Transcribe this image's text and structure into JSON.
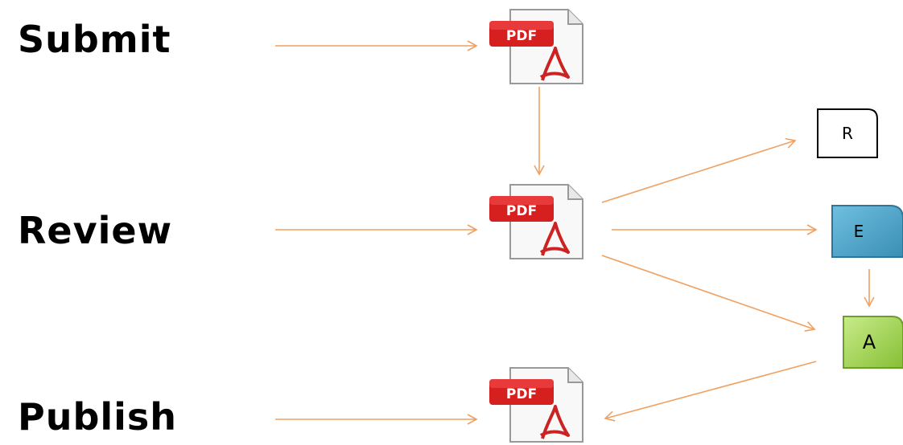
{
  "stages": {
    "submit": "Submit",
    "review": "Review",
    "publish": "Publish"
  },
  "pdf_icon": {
    "badge_text": "PDF",
    "badge_color": "#d61f1f",
    "accent_color": "#cc2222"
  },
  "roles": {
    "r": {
      "label": "R",
      "fill": "#ffffff"
    },
    "e": {
      "label": "E",
      "fill": "#4aa3c6"
    },
    "a": {
      "label": "A",
      "fill": "#9fd24a"
    }
  },
  "arrow_color": "#f0a060"
}
